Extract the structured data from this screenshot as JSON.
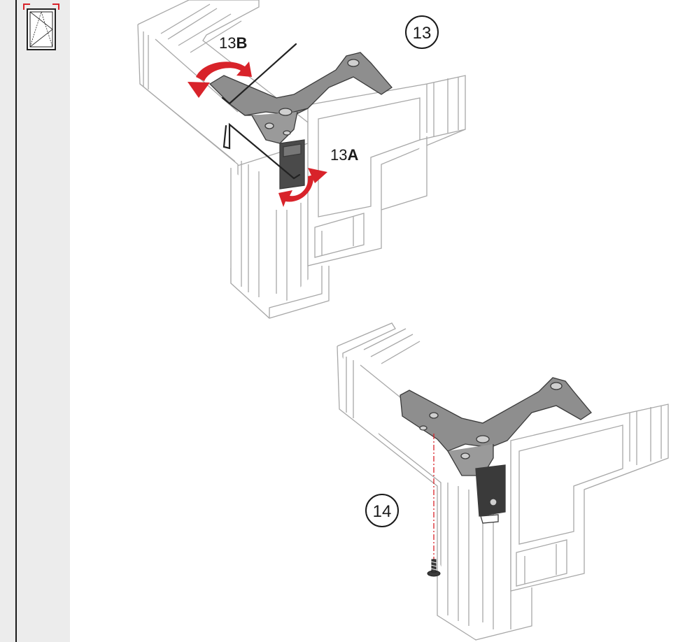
{
  "step_top": {
    "number": "13",
    "label_a_prefix": "13",
    "label_a_letter": "A",
    "label_b_prefix": "13",
    "label_b_letter": "B"
  },
  "step_bottom": {
    "number": "14"
  },
  "colors": {
    "arrow": "#d8232a",
    "hinge": "#8e8e8e",
    "hinge_dark": "#3a3a3a",
    "frame_line": "#a8a8a8",
    "sidebar": "#ececec"
  },
  "icons": [
    "tilt-turn-window-icon",
    "allen-key-icon",
    "rotate-arrow-icon",
    "screw-icon"
  ]
}
